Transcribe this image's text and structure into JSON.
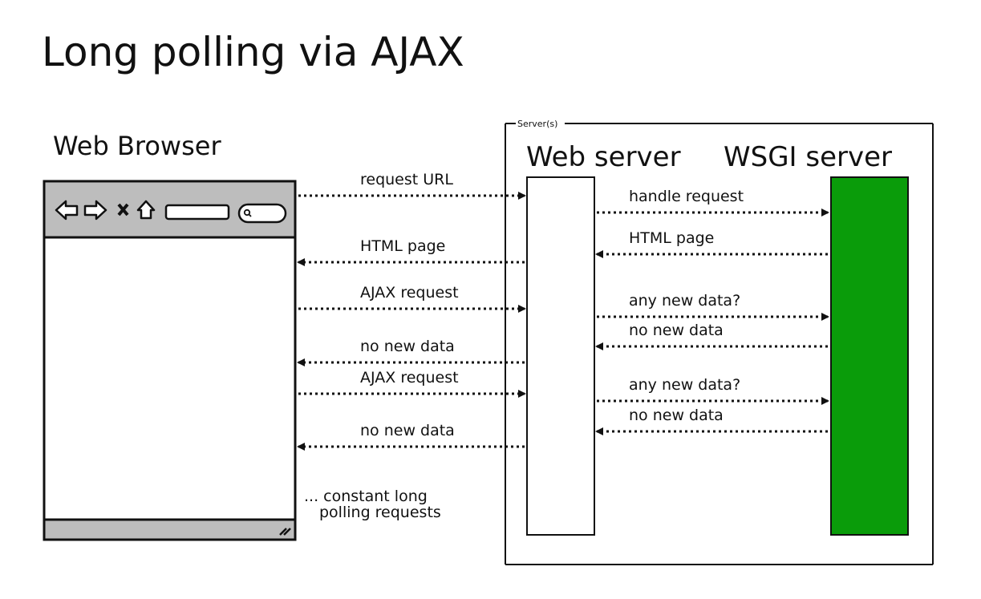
{
  "title": "Long polling via AJAX",
  "browser": {
    "label": "Web Browser",
    "toolbar_icons": [
      "back-arrow-icon",
      "forward-arrow-icon",
      "close-x-icon",
      "home-icon",
      "address-bar",
      "search-pill"
    ],
    "footer_text": "... constant long\npolling requests"
  },
  "servers": {
    "group_label": "Server(s)",
    "web_server_label": "Web server",
    "wsgi_server_label": "WSGI server",
    "wsgi_color": "#0a9c0a"
  },
  "messages_left": [
    {
      "label": "request URL",
      "direction": "right"
    },
    {
      "label": "HTML page",
      "direction": "left"
    },
    {
      "label": "AJAX request",
      "direction": "right"
    },
    {
      "label": "no new data",
      "direction": "left"
    },
    {
      "label": "AJAX request",
      "direction": "right"
    },
    {
      "label": "no new data",
      "direction": "left"
    }
  ],
  "messages_right": [
    {
      "label": "handle request",
      "direction": "right"
    },
    {
      "label": "HTML page",
      "direction": "left"
    },
    {
      "label": "any new data?",
      "direction": "right"
    },
    {
      "label": "no new data",
      "direction": "left"
    },
    {
      "label": "any new data?",
      "direction": "right"
    },
    {
      "label": "no new data",
      "direction": "left"
    }
  ]
}
